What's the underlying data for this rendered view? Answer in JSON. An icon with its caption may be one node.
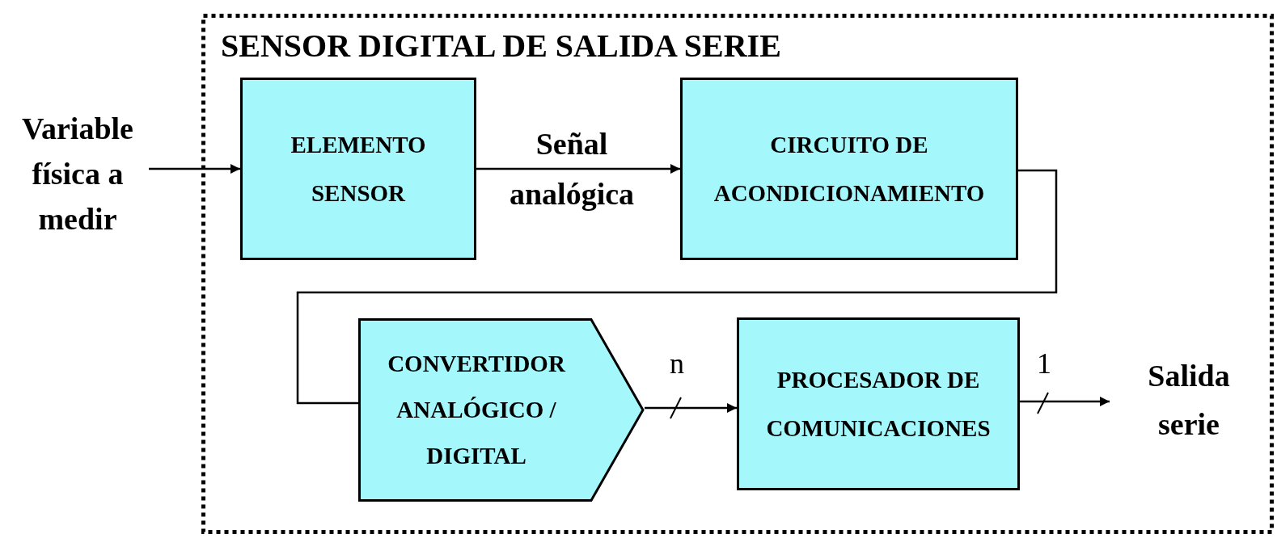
{
  "diagram": {
    "nodes": [
      {
        "text": [
          "SENSOR DIGITAL DE SALIDA SERIE"
        ]
      },
      {
        "text": [
          "Variable física a medir"
        ]
      },
      {
        "text": [
          "ELEMENTO SENSOR"
        ],
        "in": 0
      },
      {
        "text": [
          "CIRCUITO DE ACONDICIONAMIENTO"
        ],
        "in": 0
      },
      {
        "text": [
          "CONVERTIDOR ANALÓGICO / DIGITAL"
        ],
        "in": 0
      },
      {
        "text": [
          "PROCESADOR DE COMUNICACIONES"
        ],
        "in": 0
      },
      {
        "text": [
          "Salida serie"
        ],
        "in": 0
      }
    ],
    "edges": [
      {
        "from": 1,
        "to": 2,
        "arrow": "to"
      },
      {
        "from": 2,
        "to": 3,
        "arrow": "to",
        "label": "Señal analógica"
      },
      {
        "from": 3,
        "to": 4,
        "arrow": "none"
      },
      {
        "from": 4,
        "to": 5,
        "arrow": "to",
        "label": "n"
      },
      {
        "from": 5,
        "to": 6,
        "arrow": "to",
        "label": "1"
      }
    ]
  }
}
